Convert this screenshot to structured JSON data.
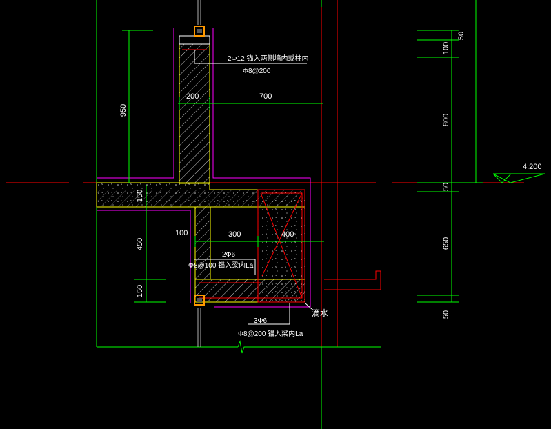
{
  "drawing": {
    "colors": {
      "background": "#000000",
      "dimension": "#00ff00",
      "text": "#ffffff",
      "outline_magenta": "#ff00ff",
      "axis_red": "#ff0000",
      "concrete_yellow": "#ffff00",
      "hatch": "#c8c8c8",
      "window_orange": "#ff9900",
      "window_gray": "#b0b0b0"
    },
    "dims": {
      "upper_height": "950",
      "wall_width": "200",
      "span_width": "700",
      "slab_thickness": "150",
      "beam_depth": "450",
      "bottom_150": "150",
      "left_width": "100",
      "beam_width": "300",
      "cantilever_width": "400",
      "right_50_top": "50",
      "right_100": "100",
      "right_800": "800",
      "right_50_mid": "50",
      "right_650": "650",
      "right_50_bottom": "50"
    },
    "labels": {
      "rebar_top": "2Φ12   锚入两侧墙内或柱内",
      "stirrup_top": "Φ8@200",
      "rebar_mid": "2Φ6",
      "stirrup_mid": "Φ8@100   锚入梁内La",
      "rebar_bottom": "3Φ6",
      "stirrup_bottom": "Φ8@200   锚入梁内La",
      "drip": "滴水",
      "elevation": "4.200"
    }
  }
}
